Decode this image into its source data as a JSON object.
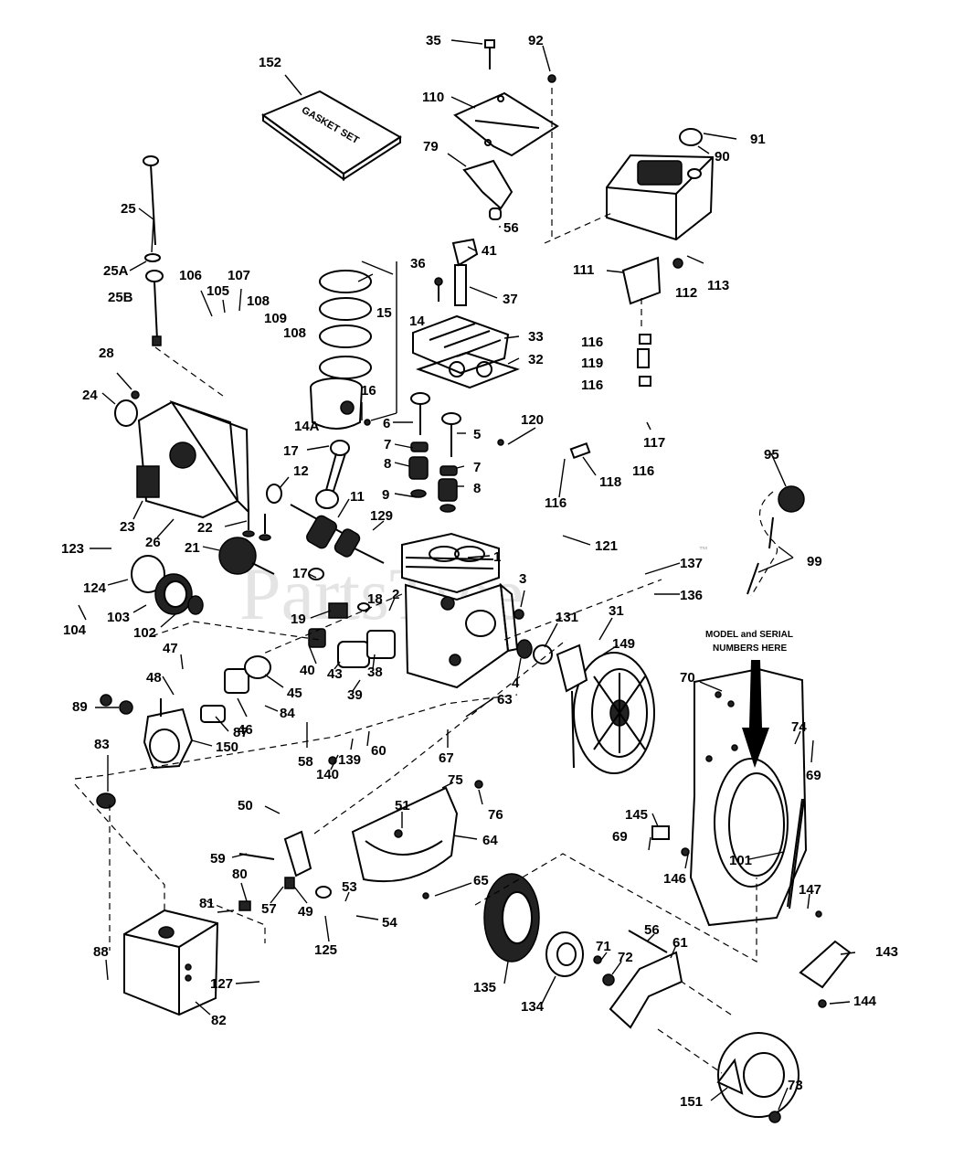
{
  "watermark": "PartsTree",
  "watermark_tm": "™",
  "gasket_set_label": "GASKET SET",
  "model_serial_note": [
    "MODEL and SERIAL",
    "NUMBERS HERE"
  ],
  "part_labels": {
    "p152": "152",
    "p35": "35",
    "p92": "92",
    "p110": "110",
    "p91": "91",
    "p90": "90",
    "p79": "79",
    "p25": "25",
    "p25A": "25A",
    "p25B": "25B",
    "p56a": "56",
    "p41": "41",
    "p106": "106",
    "p107": "107",
    "p105": "105",
    "p108a": "108",
    "p109": "109",
    "p108b": "108",
    "p36": "36",
    "p37": "37",
    "p15": "15",
    "p14": "14",
    "p111": "111",
    "p112": "112",
    "p113": "113",
    "p28": "28",
    "p33": "33",
    "p32": "32",
    "p24": "24",
    "p116a": "116",
    "p119": "119",
    "p116b": "116",
    "p16": "16",
    "p14A": "14A",
    "p6": "6",
    "p5": "5",
    "p120": "120",
    "p117": "117",
    "p17a": "17",
    "p7a": "7",
    "p7b": "7",
    "p8a": "8",
    "p8b": "8",
    "p12": "12",
    "p118": "118",
    "p116c": "116",
    "p9": "9",
    "p116d": "116",
    "p95": "95",
    "p11": "11",
    "p23": "23",
    "p26": "26",
    "p22": "22",
    "p129": "129",
    "p121": "121",
    "p123": "123",
    "p21": "21",
    "p1": "1",
    "p99": "99",
    "p137": "137",
    "p124": "124",
    "p17b": "17",
    "p3": "3",
    "p136": "136",
    "p103": "103",
    "p104": "104",
    "p102": "102",
    "p2": "2",
    "p18": "18",
    "p19": "19",
    "p31": "31",
    "p131": "131",
    "p149": "149",
    "p47": "47",
    "p40": "40",
    "p43": "43",
    "p38": "38",
    "p4": "4",
    "p48": "48",
    "p45": "45",
    "p39": "39",
    "p70": "70",
    "p89": "89",
    "p84": "84",
    "p46": "46",
    "p87": "87",
    "p63": "63",
    "p74": "74",
    "p83": "83",
    "p150": "150",
    "p58": "58",
    "p139": "139",
    "p60": "60",
    "p67": "67",
    "p69a": "69",
    "p140": "140",
    "p75": "75",
    "p76": "76",
    "p50": "50",
    "p51": "51",
    "p145": "145",
    "p64": "64",
    "p69b": "69",
    "p59": "59",
    "p146": "146",
    "p101": "101",
    "p80": "80",
    "p49": "49",
    "p53": "53",
    "p65": "65",
    "p147": "147",
    "p81": "81",
    "p57": "57",
    "p54": "54",
    "p125": "125",
    "p56b": "56",
    "p61": "61",
    "p143": "143",
    "p88": "88",
    "p71": "71",
    "p72": "72",
    "p127": "127",
    "p135": "135",
    "p144": "144",
    "p82": "82",
    "p134": "134",
    "p151": "151",
    "p73": "73"
  }
}
